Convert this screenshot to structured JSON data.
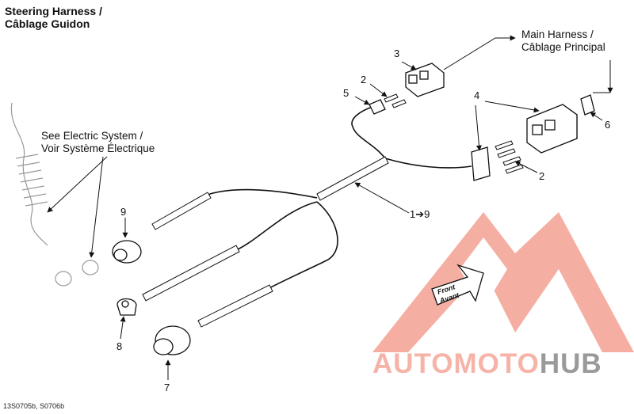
{
  "title": {
    "line1": "Steering Harness /",
    "line2": "Câblage Guidon"
  },
  "callouts": {
    "main_harness_1": "Main Harness  /",
    "main_harness_2": "Câblage Principal",
    "electric_1": "See Electric System /",
    "electric_2": "Voir Système Électrique"
  },
  "part_numbers": {
    "p1": "1➔9",
    "p2a": "2",
    "p2b": "2",
    "p3": "3",
    "p4": "4",
    "p5": "5",
    "p6": "6",
    "p7": "7",
    "p8": "8",
    "p9": "9"
  },
  "front_badge": {
    "line1": "Front",
    "line2": "Avant"
  },
  "footer": "13S0705b, S0706b",
  "watermark": {
    "part1": "AUTOMOTO",
    "part2": "HUB",
    "color_main": "#f28b7c",
    "color_alt": "#9a9a9a"
  },
  "colors": {
    "line": "#111111",
    "sheath": "#ffffff",
    "logo": "#f4a092"
  }
}
